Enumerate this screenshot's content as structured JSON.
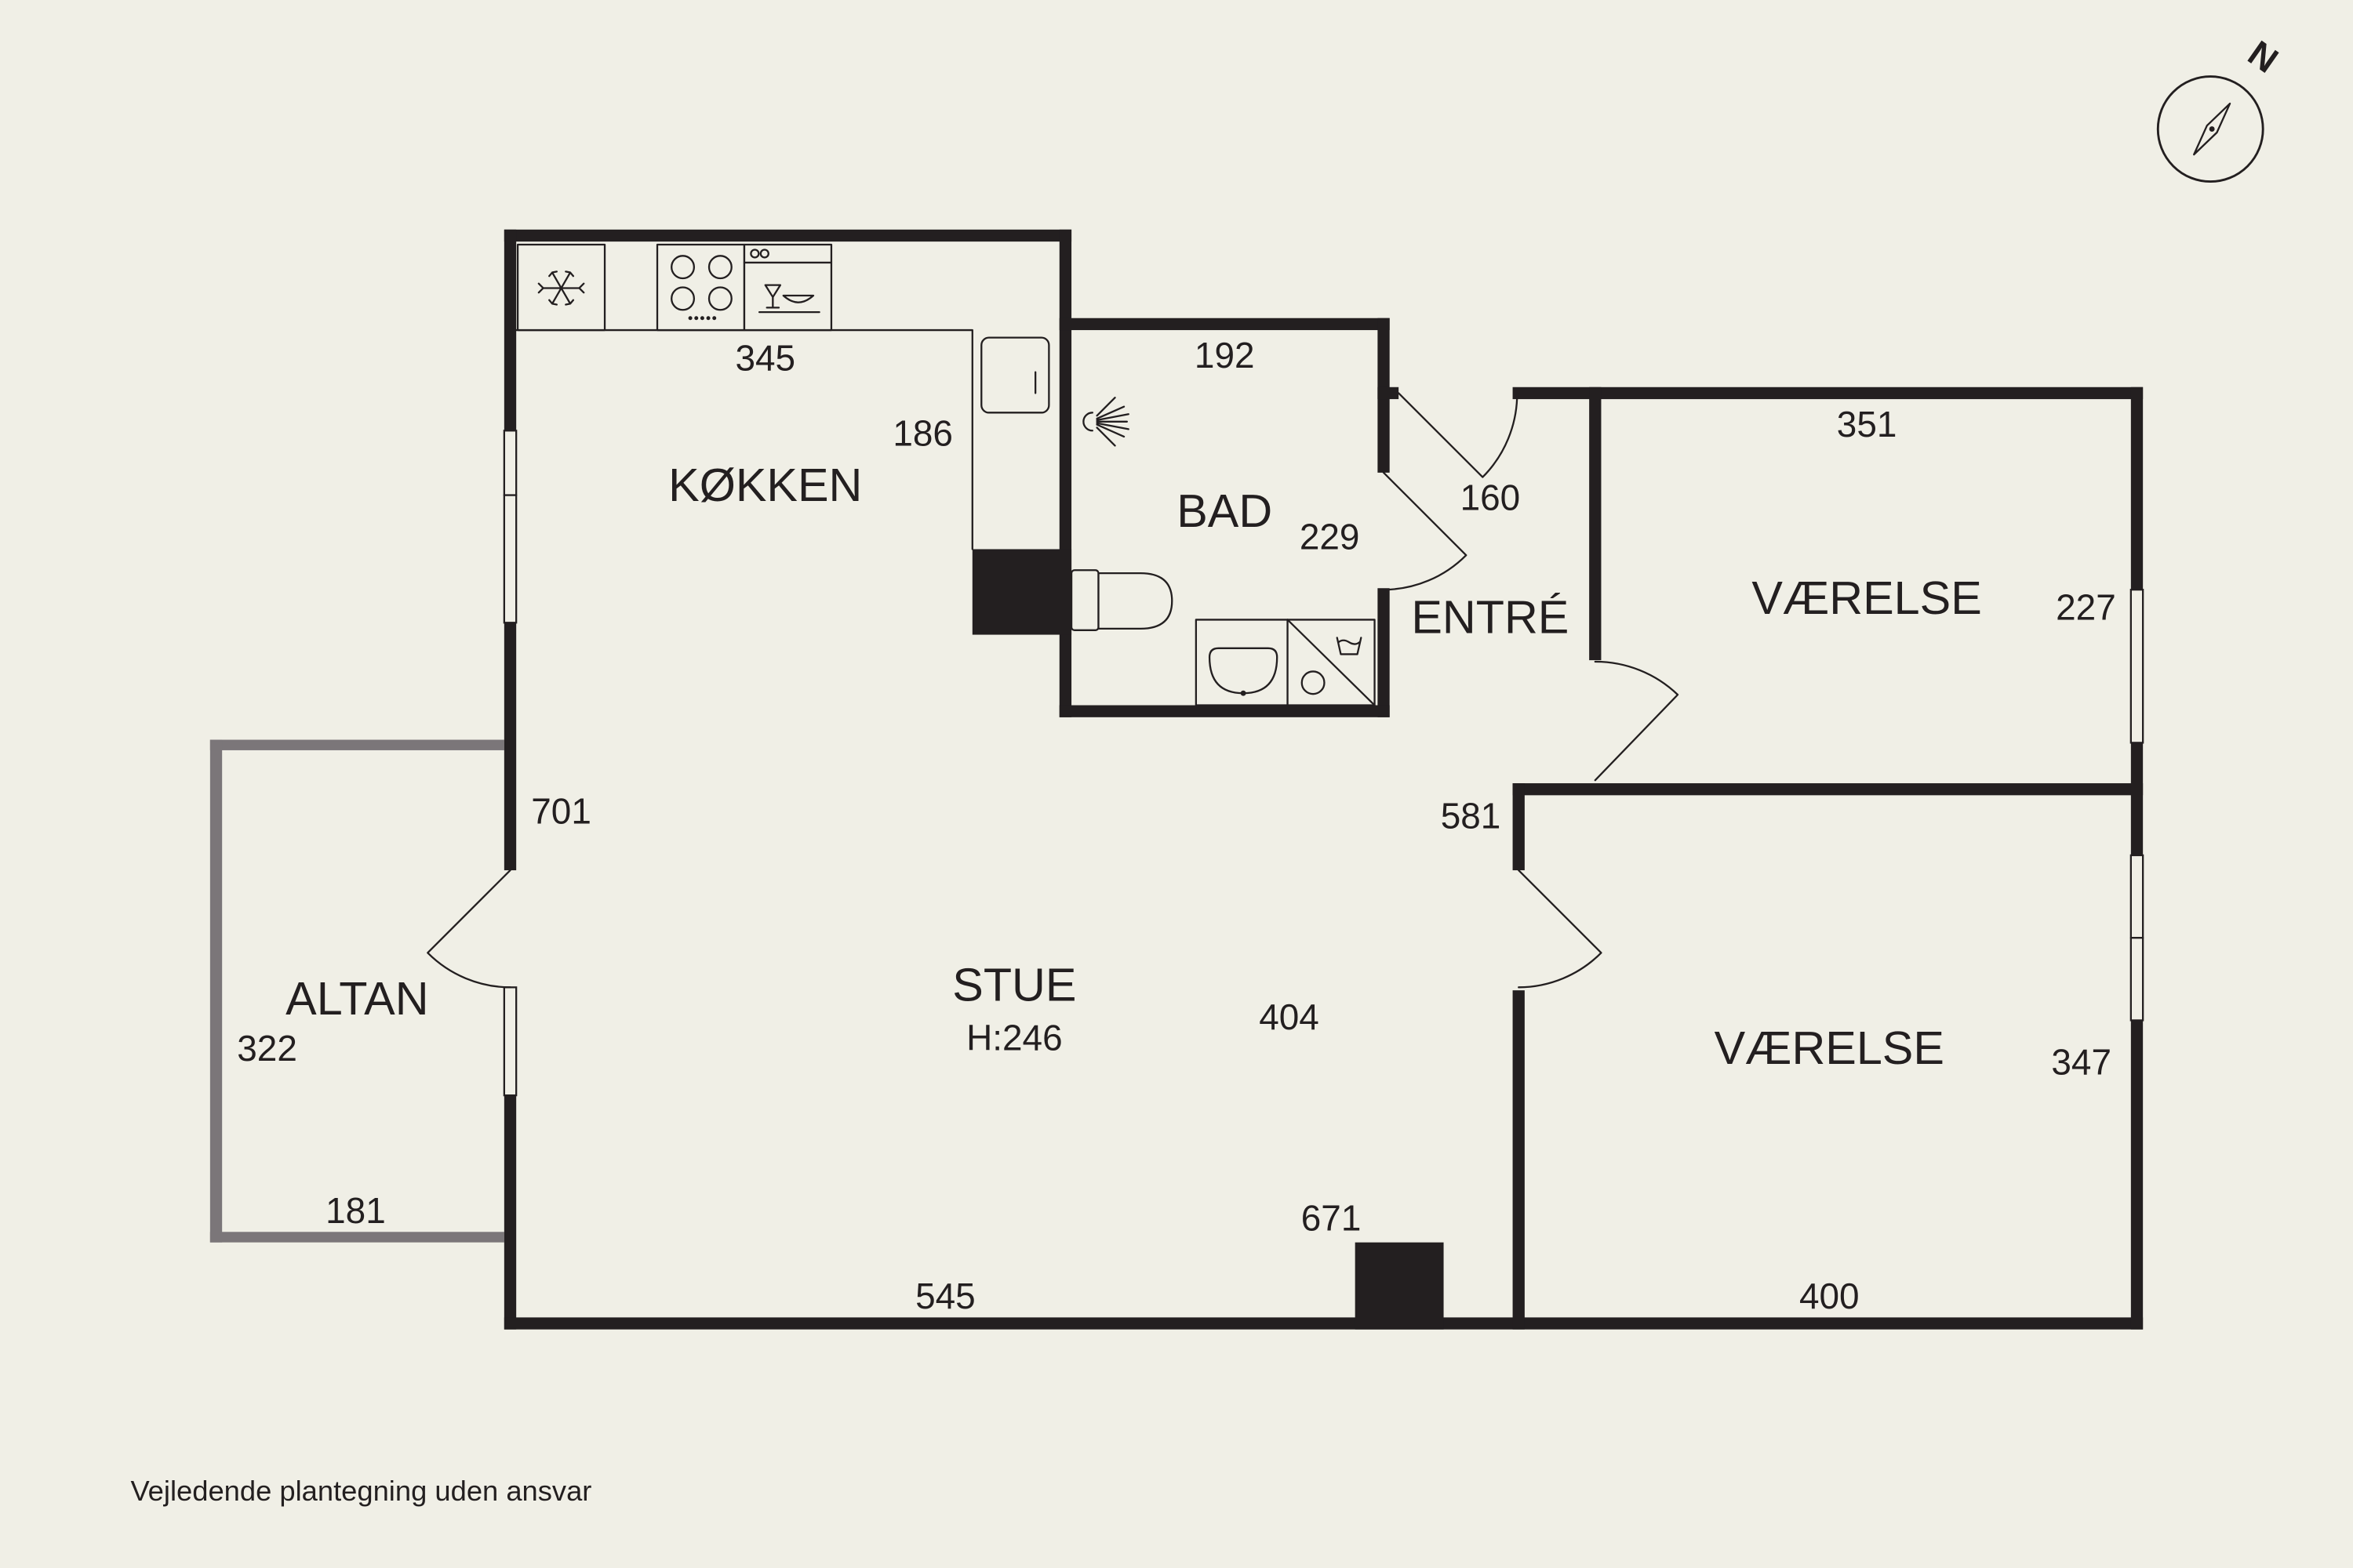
{
  "colors": {
    "background": "#f0efe6",
    "wall": "#231f20",
    "balcony_wall": "#7b7679"
  },
  "compass": {
    "icon": "compass-icon",
    "north_label": "N"
  },
  "rooms": {
    "kitchen": {
      "label": "KØKKEN",
      "dim_width": "345",
      "dim_depth": "186"
    },
    "bath": {
      "label": "BAD",
      "dim_width": "192",
      "dim_depth": "229"
    },
    "entry": {
      "label": "ENTRÉ",
      "dim_depth": "160"
    },
    "bedroom_upper": {
      "label": "VÆRELSE",
      "dim_width": "351",
      "dim_depth": "227"
    },
    "bedroom_lower": {
      "label": "VÆRELSE",
      "dim_width": "400",
      "dim_depth": "347"
    },
    "living": {
      "label": "STUE",
      "ceiling_height": "H:246",
      "dim_left": "701",
      "dim_right": "581",
      "dim_center": "404",
      "dim_lower": "671",
      "dim_bottom": "545"
    },
    "balcony": {
      "label": "ALTAN",
      "dim_side": "322",
      "dim_bottom": "181"
    }
  },
  "fixtures": {
    "kitchen": [
      "fridge-icon",
      "stove-icon",
      "dishwasher-icon",
      "kitchen-sink-icon"
    ],
    "bath": [
      "shower-icon",
      "toilet-icon",
      "washbasin-icon",
      "washing-machine-icon"
    ]
  },
  "footer": {
    "disclaimer": "Vejledende plantegning uden ansvar"
  }
}
